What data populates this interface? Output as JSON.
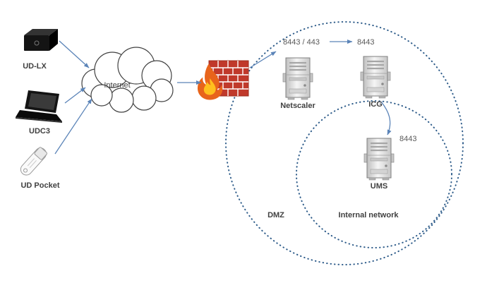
{
  "diagram": {
    "devices": [
      {
        "label": "UD-LX"
      },
      {
        "label": "UDC3"
      },
      {
        "label": "UD Pocket"
      }
    ],
    "cloud": {
      "label": "Internet"
    },
    "servers": [
      {
        "label": "Netscaler",
        "port_label": "8443 / 443"
      },
      {
        "label": "ICG",
        "port_label": "8443"
      },
      {
        "label": "UMS",
        "port_label": "8443"
      }
    ],
    "zones": [
      {
        "label": "DMZ"
      },
      {
        "label": "Internal network"
      }
    ],
    "colors": {
      "arrow": "#5b84b8",
      "zone_border": "#2e5c8a",
      "brick": "#c0392b",
      "mortar": "#ffffff",
      "flame_outer": "#e8641b",
      "flame_inner": "#ffc01e",
      "label_text": "#404040",
      "port_text": "#595959"
    }
  }
}
